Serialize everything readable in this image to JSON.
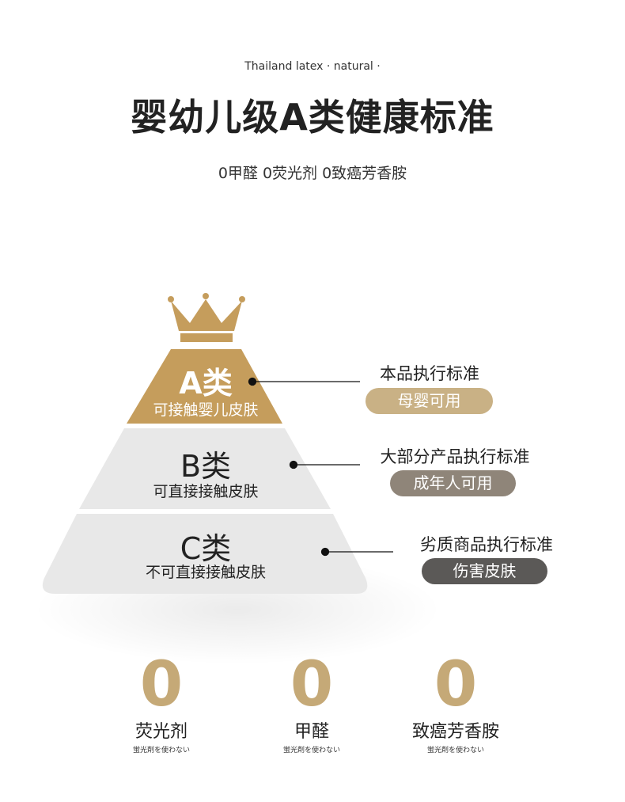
{
  "header": {
    "eyebrow": "Thailand latex  · natural ·",
    "title": "婴幼儿级A类健康标准",
    "subtitle": "0甲醛 0荧光剂 0致癌芳香胺"
  },
  "pyramid": {
    "tiers": [
      {
        "title": "A类",
        "subtitle": "可接触婴儿皮肤",
        "standard": "本品执行标准",
        "badge": "母婴可用",
        "badge_color": "#c9b185"
      },
      {
        "title": "B类",
        "subtitle": "可直接接触皮肤",
        "standard": "大部分产品执行标准",
        "badge": "成年人可用",
        "badge_color": "#8f8579"
      },
      {
        "title": "C类",
        "subtitle": "不可直接接触皮肤",
        "standard": "劣质商品执行标准",
        "badge": "伤害皮肤",
        "badge_color": "#5b5957"
      }
    ]
  },
  "zeros": [
    {
      "value": "0",
      "label": "荧光剂",
      "note": "蛍光剤を使わない"
    },
    {
      "value": "0",
      "label": "甲醛",
      "note": "蛍光剤を使わない"
    },
    {
      "value": "0",
      "label": "致癌芳香胺",
      "note": "蛍光剤を使わない"
    }
  ]
}
